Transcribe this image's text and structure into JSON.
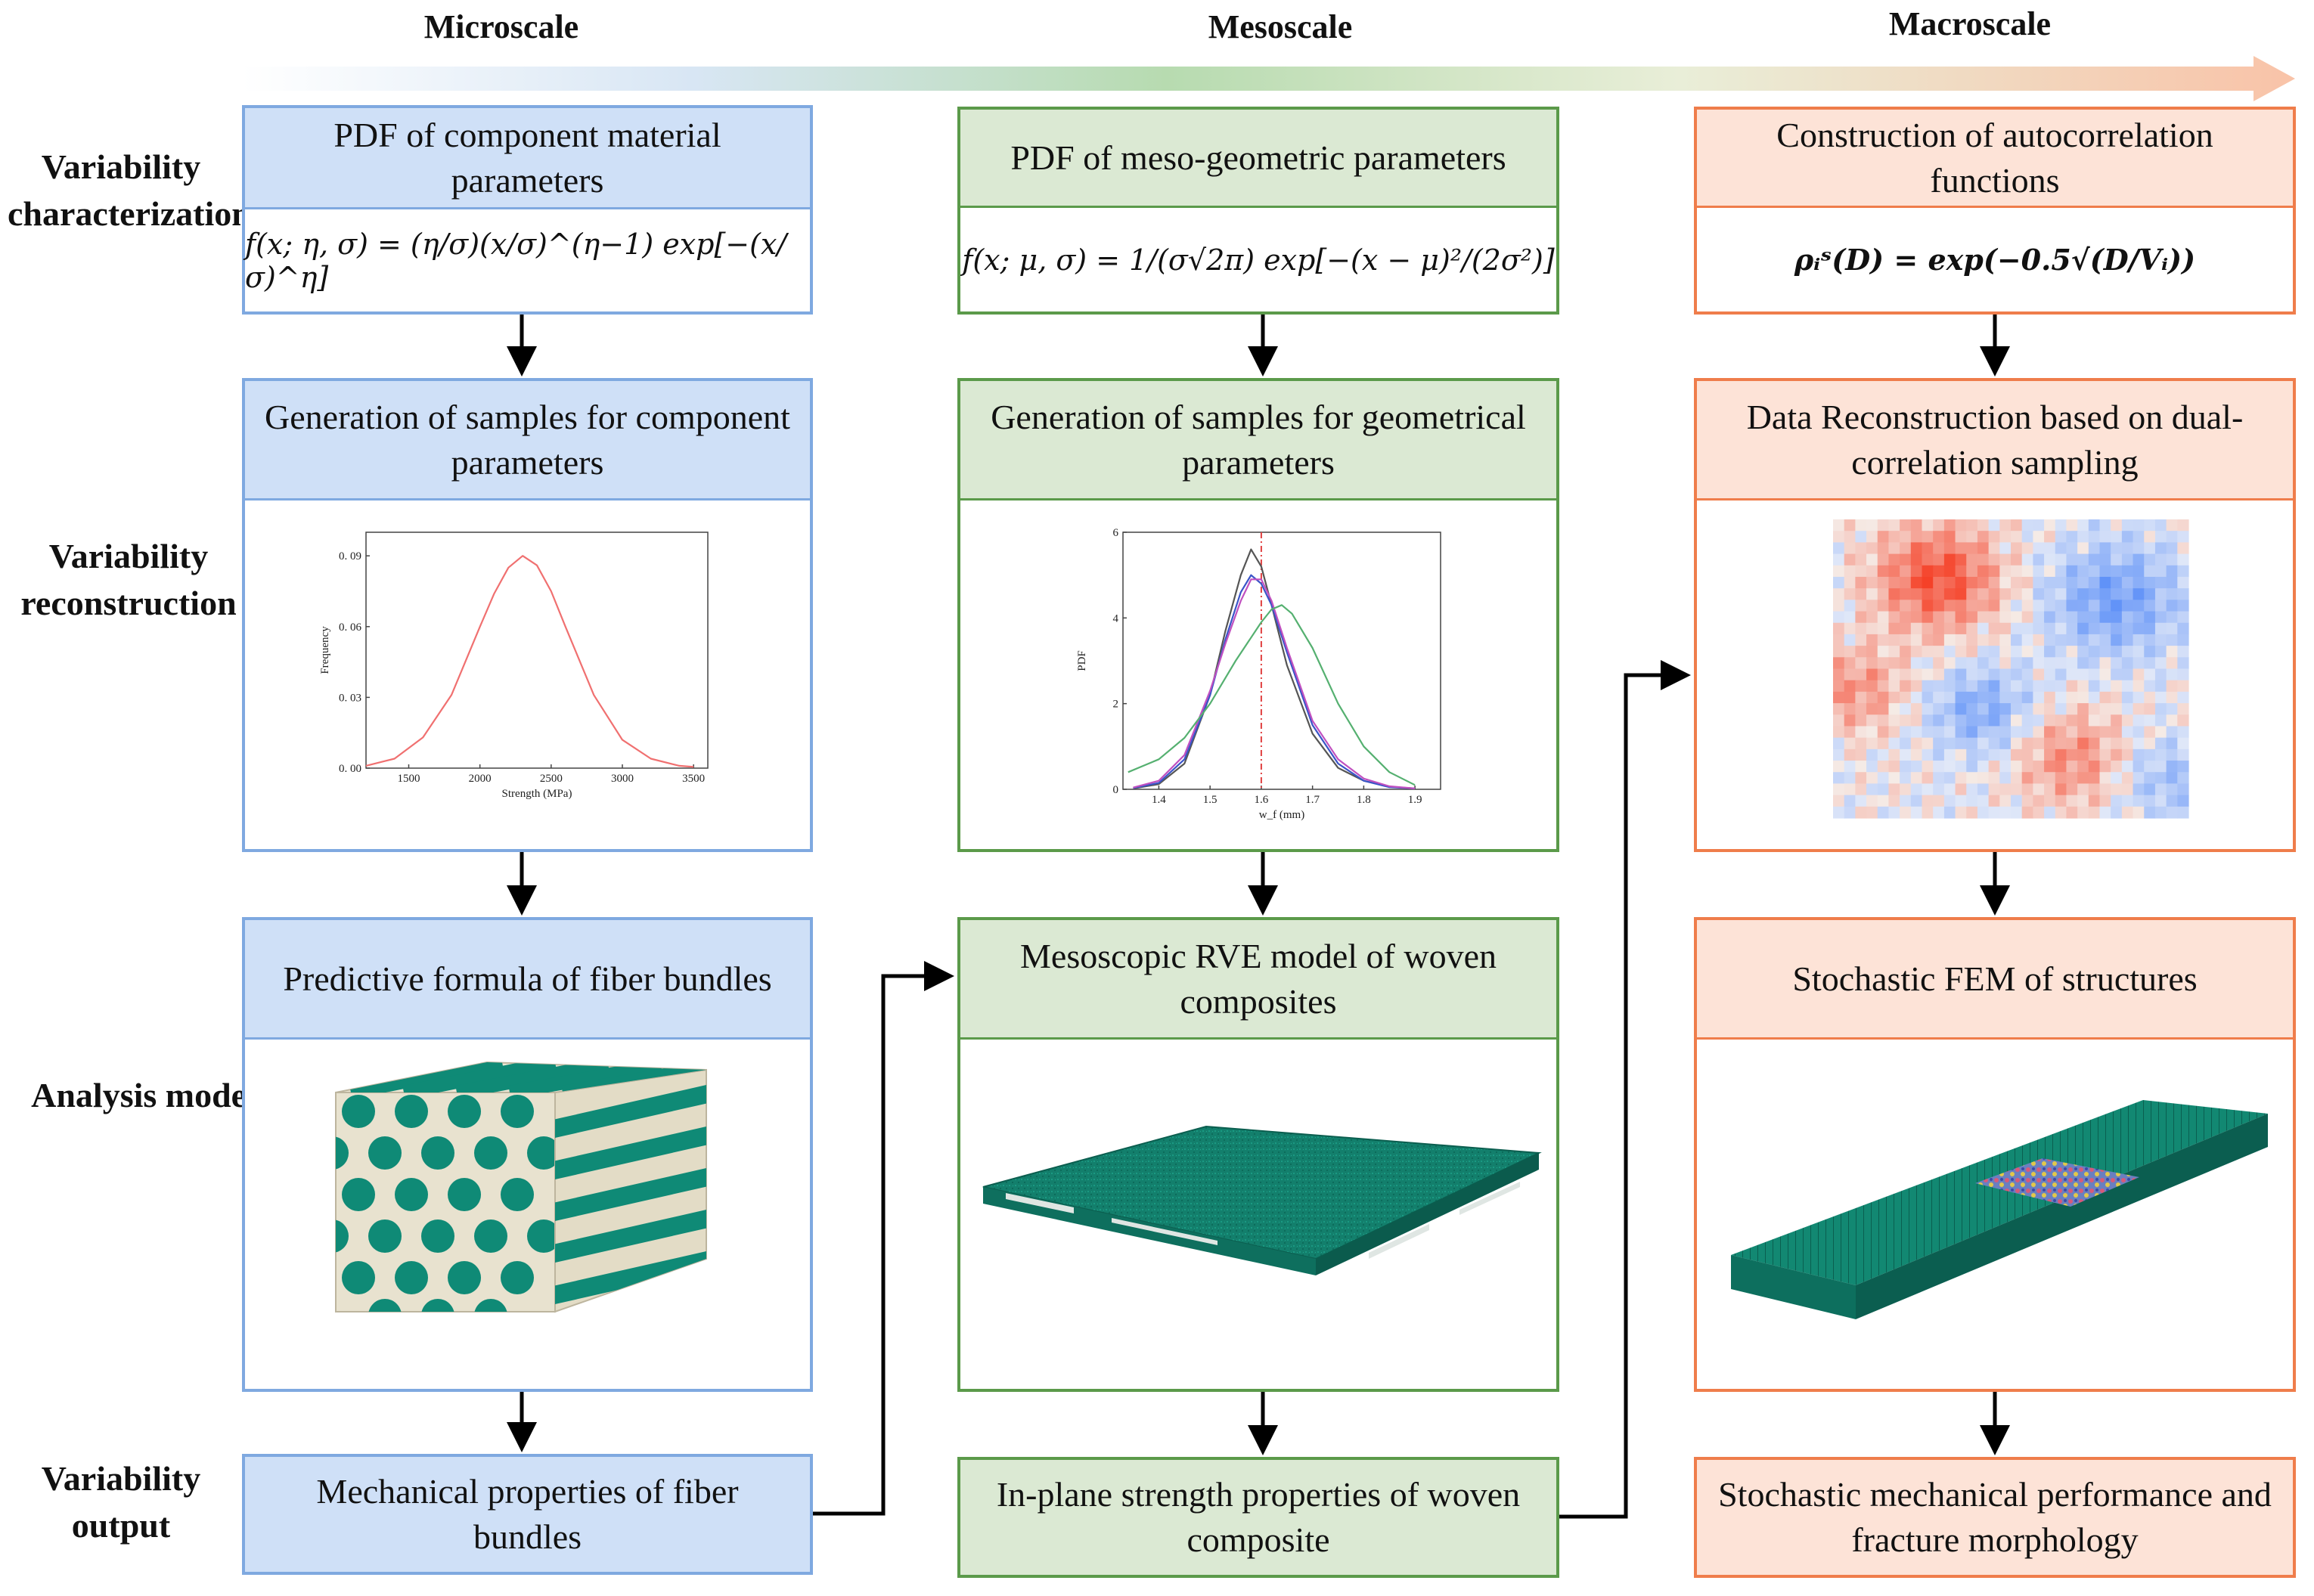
{
  "columns": {
    "micro": "Microscale",
    "meso": "Mesoscale",
    "macro": "Macroscale"
  },
  "rows": {
    "characterization": "Variability characterization",
    "reconstruction": "Variability reconstruction",
    "analysis": "Analysis model",
    "output": "Variability output"
  },
  "micro": {
    "pdf_title": "PDF of component material parameters",
    "pdf_formula": "f(x; η, σ) = (η/σ)(x/σ)^(η−1) exp[−(x/σ)^η]",
    "samples_title": "Generation of samples  for component parameters",
    "model_title": "Predictive formula of fiber bundles",
    "output_title": "Mechanical properties of fiber bundles"
  },
  "meso": {
    "pdf_title": "PDF of meso-geometric parameters",
    "pdf_formula": "f(x; μ, σ) = 1/(σ√2π) exp[−(x − μ)²/(2σ²)]",
    "samples_title": "Generation of samples  for geometrical parameters",
    "model_title": "Mesoscopic RVE model of woven composites",
    "output_title": "In-plane strength properties of woven composite"
  },
  "macro": {
    "pdf_title": "Construction of  autocorrelation functions",
    "pdf_formula": "ρᵢˢ(D) = exp(−0.5√(D/Vᵢ))",
    "samples_title": "Data Reconstruction based on dual-correlation sampling",
    "model_title": "Stochastic FEM of structures",
    "output_title": "Stochastic mechanical performance and fracture morphology"
  },
  "colors": {
    "blue_border": "#7fa9e0",
    "blue_fill": "#cfe0f7",
    "green_border": "#5b9a4a",
    "green_fill": "#dbe9d3",
    "orange_border": "#ef7d4b",
    "orange_fill": "#fde3d7",
    "teal": "#0f8a76",
    "cream": "#e8e2cf"
  },
  "chart_data": [
    {
      "type": "line",
      "xlabel": "Strength (MPa)",
      "ylabel": "Frequency",
      "xlim": [
        1200,
        3600
      ],
      "ylim": [
        0,
        0.1
      ],
      "x_ticks": [
        "1500",
        "2000",
        "2500",
        "3000",
        "3500"
      ],
      "y_ticks": [
        "0. 00",
        "0. 03",
        "0. 06",
        "0. 09"
      ],
      "series": [
        {
          "x": [
            1200,
            1400,
            1600,
            1800,
            2000,
            2100,
            2200,
            2300,
            2400,
            2500,
            2600,
            2800,
            3000,
            3200,
            3400,
            3500
          ],
          "y": [
            0.001,
            0.004,
            0.013,
            0.031,
            0.06,
            0.074,
            0.085,
            0.09,
            0.086,
            0.075,
            0.06,
            0.031,
            0.012,
            0.004,
            0.001,
            0.0005
          ]
        }
      ]
    },
    {
      "type": "line",
      "xlabel": "w_f (mm)",
      "ylabel": "PDF",
      "xlim": [
        1.33,
        1.95
      ],
      "ylim": [
        0,
        6
      ],
      "x_ticks": [
        "1.4",
        "1.5",
        "1.6",
        "1.7",
        "1.8",
        "1.9"
      ],
      "y_ticks": [
        "0",
        "2",
        "4",
        "6"
      ],
      "mean_line": 1.6,
      "series": [
        {
          "color": "#555555",
          "x": [
            1.35,
            1.4,
            1.45,
            1.5,
            1.53,
            1.56,
            1.58,
            1.6,
            1.62,
            1.65,
            1.7,
            1.75,
            1.8,
            1.85,
            1.9
          ],
          "y": [
            0.02,
            0.12,
            0.6,
            2.2,
            3.7,
            5.0,
            5.6,
            5.2,
            4.3,
            2.9,
            1.3,
            0.5,
            0.2,
            0.06,
            0.02
          ]
        },
        {
          "color": "#3a54c8",
          "x": [
            1.35,
            1.4,
            1.45,
            1.5,
            1.53,
            1.56,
            1.58,
            1.6,
            1.62,
            1.65,
            1.7,
            1.75,
            1.8,
            1.85,
            1.9
          ],
          "y": [
            0.03,
            0.15,
            0.7,
            2.2,
            3.5,
            4.6,
            5.0,
            4.8,
            4.3,
            3.2,
            1.5,
            0.6,
            0.2,
            0.05,
            0.02
          ]
        },
        {
          "color": "#c050c0",
          "x": [
            1.35,
            1.4,
            1.45,
            1.5,
            1.53,
            1.56,
            1.58,
            1.6,
            1.62,
            1.65,
            1.7,
            1.75,
            1.8,
            1.85,
            1.9
          ],
          "y": [
            0.04,
            0.2,
            0.8,
            2.3,
            3.4,
            4.4,
            4.9,
            4.9,
            4.4,
            3.3,
            1.6,
            0.7,
            0.25,
            0.07,
            0.02
          ]
        },
        {
          "color": "#55b070",
          "x": [
            1.34,
            1.4,
            1.45,
            1.5,
            1.55,
            1.6,
            1.62,
            1.64,
            1.66,
            1.7,
            1.75,
            1.8,
            1.85,
            1.9
          ],
          "y": [
            0.4,
            0.7,
            1.2,
            2.0,
            3.0,
            3.9,
            4.2,
            4.3,
            4.1,
            3.3,
            2.0,
            1.0,
            0.4,
            0.1
          ]
        }
      ]
    }
  ]
}
